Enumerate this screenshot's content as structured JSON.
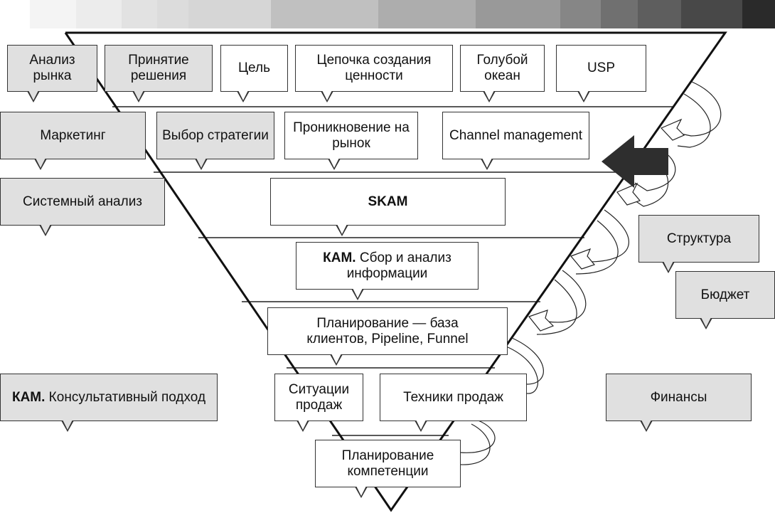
{
  "gray_scale_strip": [
    "#ffffff",
    "#f4f4f4",
    "#ececec",
    "#e2e2e2",
    "#dcdcdc",
    "#d6d6d6",
    "#c0c0c0",
    "#adadad",
    "#999999",
    "#868686",
    "#707070",
    "#5e5e5e",
    "#484848",
    "#2a2a2a"
  ],
  "colors": {
    "gray_box": "#e0e0e0",
    "white_box": "#ffffff",
    "outline": "#333333",
    "big_arrow": "#2e2e2e"
  },
  "funnel": {
    "levels": [
      {
        "name": "level-1",
        "boxes": [
          {
            "id": "analiz-rynka",
            "text": "Анализ рынка",
            "style": "gray"
          },
          {
            "id": "prinyatie-resheniya",
            "text": "Принятие решения",
            "style": "gray"
          },
          {
            "id": "tsel",
            "text": "Цель",
            "style": "white"
          },
          {
            "id": "tsepochka",
            "text": "Цепочка создания ценности",
            "style": "white"
          },
          {
            "id": "goluboy-okean",
            "text": "Голубой океан",
            "style": "white"
          },
          {
            "id": "usp",
            "text": "USP",
            "style": "white"
          }
        ]
      },
      {
        "name": "level-2",
        "boxes": [
          {
            "id": "marketing",
            "text": "Маркетинг",
            "style": "gray"
          },
          {
            "id": "vybor-strategii",
            "text": "Выбор стратегии",
            "style": "gray"
          },
          {
            "id": "proniknovenie",
            "text": "Проникновение на рынок",
            "style": "white"
          },
          {
            "id": "channel-management",
            "text": "Channel management",
            "style": "white"
          }
        ]
      },
      {
        "name": "level-3",
        "boxes": [
          {
            "id": "sistemny-analiz",
            "text": "Системный анализ",
            "style": "gray"
          },
          {
            "id": "skam",
            "text": "SKAM",
            "style": "white",
            "bold": true
          }
        ]
      },
      {
        "name": "level-4",
        "boxes": [
          {
            "id": "kam-sbor",
            "bold_prefix": "КАМ.",
            "text": "Сбор и анализ информации",
            "style": "white"
          }
        ]
      },
      {
        "name": "level-5",
        "boxes": [
          {
            "id": "planirovanie-baza",
            "text": "Планирование — база клиентов, Pipeline, Funnel",
            "style": "white"
          }
        ]
      },
      {
        "name": "level-6",
        "boxes": [
          {
            "id": "situatsii-prodazh",
            "text": "Ситуации продаж",
            "style": "white"
          },
          {
            "id": "tekhniki-prodazh",
            "text": "Техники продаж",
            "style": "white"
          }
        ]
      },
      {
        "name": "level-7",
        "boxes": [
          {
            "id": "planirovanie-kompetentsii",
            "text": "Планирование компетенции",
            "style": "white"
          }
        ]
      }
    ]
  },
  "side_boxes": {
    "kam-konsultativny": {
      "bold_prefix": "КАМ.",
      "text": "Консультативный подход",
      "style": "gray"
    },
    "struktura": {
      "text": "Структура",
      "style": "gray"
    },
    "byudzhet": {
      "text": "Бюджет",
      "style": "gray"
    },
    "finansy": {
      "text": "Финансы",
      "style": "gray"
    }
  },
  "labels": {
    "analiz_rynka": "Анализ рынка",
    "prinyatie_resheniya": "Принятие решения",
    "tsel": "Цель",
    "tsepochka": "Цепочка создания ценности",
    "goluboy_okean": "Голубой океан",
    "usp": "USP",
    "marketing": "Маркетинг",
    "vybor_strategii": "Выбор стратегии",
    "proniknovenie": "Проникновение на рынок",
    "channel_management": "Channel management",
    "sistemny_analiz": "Системный анализ",
    "skam": "SKAM",
    "kam_prefix": "КАМ.",
    "kam_sbor": " Сбор и анализ информации",
    "planirovanie_baza": "Планирование — база клиентов, Pipeline, Funnel",
    "situatsii": "Ситуации продаж",
    "tekhniki": "Техники продаж",
    "planirovanie_kompetentsii": "Планирование компетенции",
    "kam_konsultativny": " Консультативный подход",
    "struktura": "Структура",
    "byudzhet": "Бюджет",
    "finansy": "Финансы"
  }
}
